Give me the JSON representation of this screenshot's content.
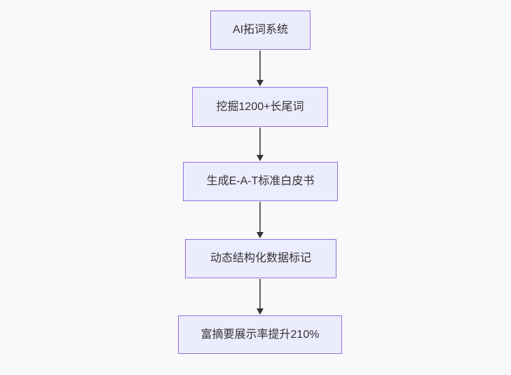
{
  "diagram": {
    "type": "flowchart",
    "direction": "top-down",
    "nodes": [
      {
        "id": "A",
        "label": "AI拓词系统"
      },
      {
        "id": "B",
        "label": "挖掘1200+长尾词"
      },
      {
        "id": "C",
        "label": "生成E-A-T标准白皮书"
      },
      {
        "id": "D",
        "label": "动态结构化数据标记"
      },
      {
        "id": "E",
        "label": "富摘要展示率提升210%"
      }
    ],
    "edges": [
      {
        "from": "A",
        "to": "B"
      },
      {
        "from": "B",
        "to": "C"
      },
      {
        "from": "C",
        "to": "D"
      },
      {
        "from": "D",
        "to": "E"
      }
    ],
    "colors": {
      "node_fill": "#ECECFF",
      "node_border": "#9370DB",
      "arrow": "#333333",
      "text": "#333333",
      "background": "#f9f9f9"
    }
  }
}
